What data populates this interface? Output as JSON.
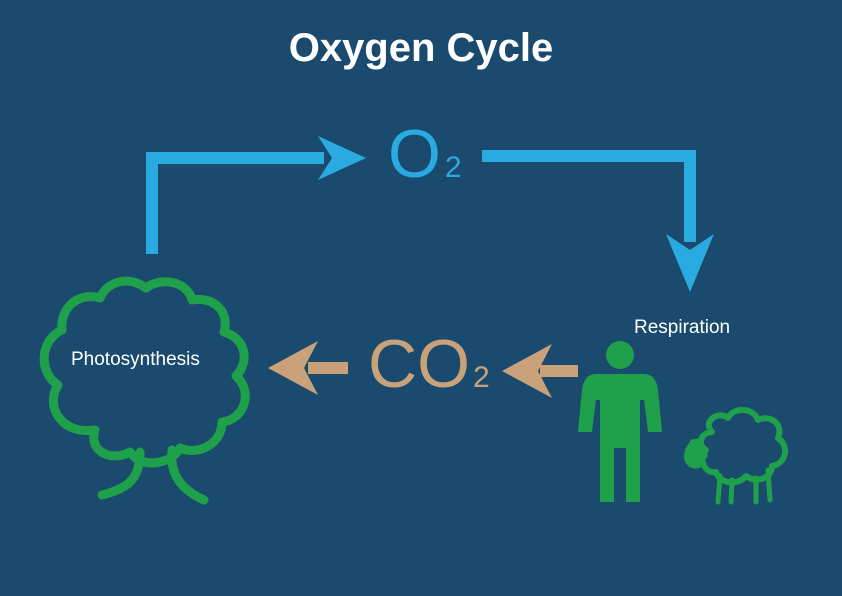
{
  "title": "Oxygen Cycle",
  "o2": {
    "symbol": "O",
    "subscript": "2"
  },
  "co2": {
    "symbol": "CO",
    "subscript": "2"
  },
  "labels": {
    "photosynthesis": "Photosynthesis",
    "respiration": "Respiration"
  },
  "colors": {
    "background": "#1a4a6e",
    "oxygen": "#29abe2",
    "carbon_dioxide": "#c9a27a",
    "organisms": "#1fa04a",
    "text": "#ffffff"
  },
  "icons": [
    "tree-icon",
    "person-icon",
    "sheep-icon",
    "arrow-icon"
  ]
}
